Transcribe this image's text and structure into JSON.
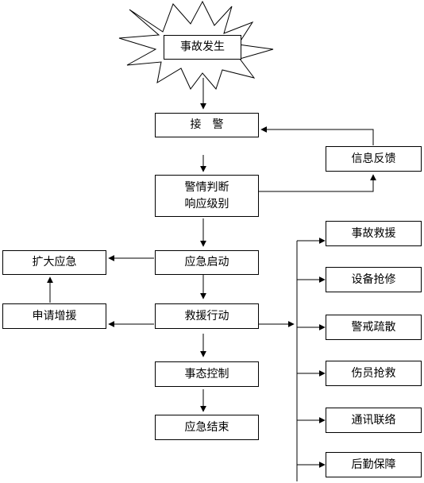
{
  "start": "事故发生",
  "nodes": {
    "receive": "接　警",
    "judge_line1": "警情判断",
    "judge_line2": "响应级别",
    "feedback": "信息反馈",
    "activate": "应急启动",
    "expand": "扩大应急",
    "request": "申请增援",
    "rescue": "救援行动",
    "control": "事态控制",
    "end": "应急结束"
  },
  "actions": [
    "事故救援",
    "设备抢修",
    "警戒疏散",
    "伤员抢救",
    "通讯联络",
    "后勤保障"
  ]
}
